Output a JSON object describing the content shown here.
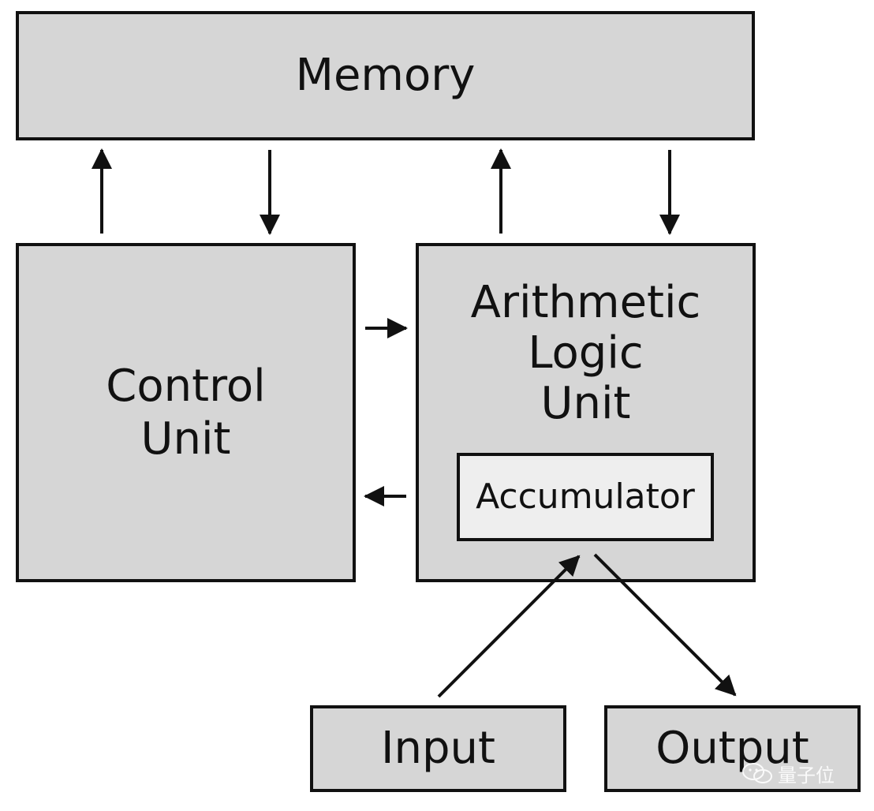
{
  "blocks": {
    "memory": "Memory",
    "control_unit": [
      "Control",
      "Unit"
    ],
    "alu": [
      "Arithmetic",
      "Logic",
      "Unit"
    ],
    "accumulator": "Accumulator",
    "input": "Input",
    "output": "Output"
  },
  "watermark": {
    "text": "量子位",
    "icon": "wechat-icon"
  },
  "colors": {
    "block_fill": "#d6d6d6",
    "accumulator_fill": "#eeeeee",
    "stroke": "#111111",
    "background": "#ffffff"
  }
}
